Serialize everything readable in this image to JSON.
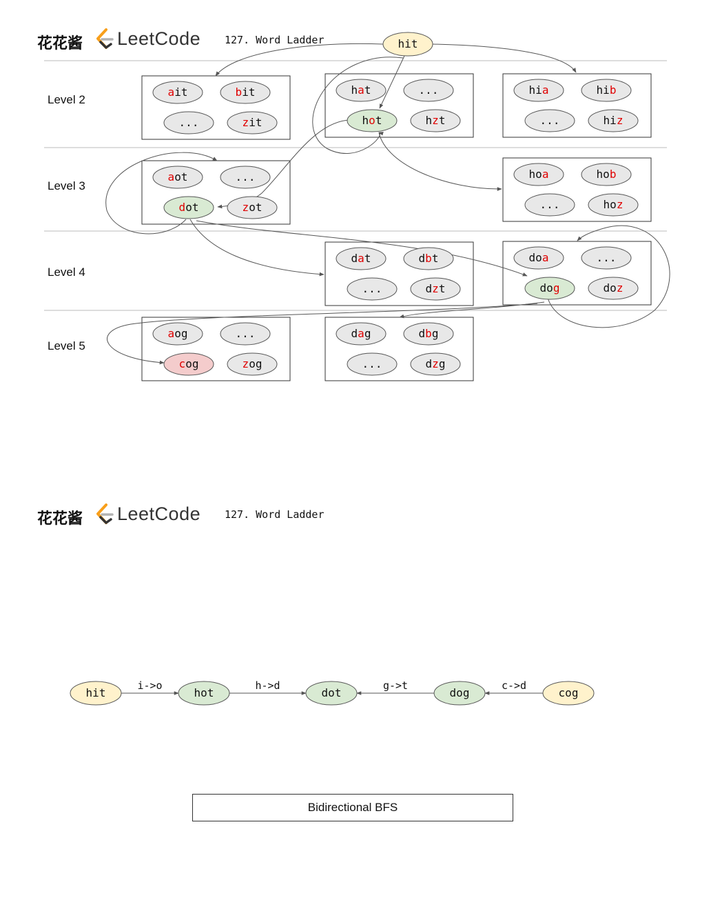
{
  "branding": {
    "chinese_name": "花花酱",
    "logo_text": "LeetCode",
    "problem_title": "127. Word Ladder",
    "logo_colors": {
      "dark": "#333333",
      "accent": "#f89f1b",
      "gray": "#b3b3b3"
    }
  },
  "colors": {
    "start_fill": "#fff2cc",
    "path_fill": "#d9ead3",
    "end_fill": "#f4cccc",
    "neutral_fill": "#e8e8e8",
    "changed_letter": "#e00000",
    "stroke": "#555555",
    "level_line": "#bbbbbb"
  },
  "bfs_diagram": {
    "root": {
      "word": "hit"
    },
    "levels": [
      {
        "label": "Level 2",
        "groups": [
          {
            "nodes": [
              {
                "parts": [
                  [
                    "a",
                    true
                  ],
                  [
                    "it",
                    false
                  ]
                ],
                "style": "neutral"
              },
              {
                "parts": [
                  [
                    "b",
                    true
                  ],
                  [
                    "it",
                    false
                  ]
                ],
                "style": "neutral"
              },
              {
                "parts": [
                  [
                    "...",
                    false
                  ]
                ],
                "style": "neutral"
              },
              {
                "parts": [
                  [
                    "z",
                    true
                  ],
                  [
                    "it",
                    false
                  ]
                ],
                "style": "neutral"
              }
            ]
          },
          {
            "nodes": [
              {
                "parts": [
                  [
                    "h",
                    false
                  ],
                  [
                    "a",
                    true
                  ],
                  [
                    "t",
                    false
                  ]
                ],
                "style": "neutral"
              },
              {
                "parts": [
                  [
                    "...",
                    false
                  ]
                ],
                "style": "neutral"
              },
              {
                "parts": [
                  [
                    "h",
                    false
                  ],
                  [
                    "o",
                    true
                  ],
                  [
                    "t",
                    false
                  ]
                ],
                "style": "path"
              },
              {
                "parts": [
                  [
                    "h",
                    false
                  ],
                  [
                    "z",
                    true
                  ],
                  [
                    "t",
                    false
                  ]
                ],
                "style": "neutral"
              }
            ]
          },
          {
            "nodes": [
              {
                "parts": [
                  [
                    "hi",
                    false
                  ],
                  [
                    "a",
                    true
                  ]
                ],
                "style": "neutral"
              },
              {
                "parts": [
                  [
                    "hi",
                    false
                  ],
                  [
                    "b",
                    true
                  ]
                ],
                "style": "neutral"
              },
              {
                "parts": [
                  [
                    "...",
                    false
                  ]
                ],
                "style": "neutral"
              },
              {
                "parts": [
                  [
                    "hi",
                    false
                  ],
                  [
                    "z",
                    true
                  ]
                ],
                "style": "neutral"
              }
            ]
          }
        ]
      },
      {
        "label": "Level 3",
        "groups": [
          {
            "nodes": [
              {
                "parts": [
                  [
                    "a",
                    true
                  ],
                  [
                    "ot",
                    false
                  ]
                ],
                "style": "neutral"
              },
              {
                "parts": [
                  [
                    "...",
                    false
                  ]
                ],
                "style": "neutral"
              },
              {
                "parts": [
                  [
                    "d",
                    true
                  ],
                  [
                    "ot",
                    false
                  ]
                ],
                "style": "path"
              },
              {
                "parts": [
                  [
                    "z",
                    true
                  ],
                  [
                    "ot",
                    false
                  ]
                ],
                "style": "neutral"
              }
            ]
          },
          {
            "nodes": [
              {
                "parts": [
                  [
                    "ho",
                    false
                  ],
                  [
                    "a",
                    true
                  ]
                ],
                "style": "neutral"
              },
              {
                "parts": [
                  [
                    "ho",
                    false
                  ],
                  [
                    "b",
                    true
                  ]
                ],
                "style": "neutral"
              },
              {
                "parts": [
                  [
                    "...",
                    false
                  ]
                ],
                "style": "neutral"
              },
              {
                "parts": [
                  [
                    "ho",
                    false
                  ],
                  [
                    "z",
                    true
                  ]
                ],
                "style": "neutral"
              }
            ]
          }
        ]
      },
      {
        "label": "Level 4",
        "groups": [
          {
            "nodes": [
              {
                "parts": [
                  [
                    "d",
                    false
                  ],
                  [
                    "a",
                    true
                  ],
                  [
                    "t",
                    false
                  ]
                ],
                "style": "neutral"
              },
              {
                "parts": [
                  [
                    "d",
                    false
                  ],
                  [
                    "b",
                    true
                  ],
                  [
                    "t",
                    false
                  ]
                ],
                "style": "neutral"
              },
              {
                "parts": [
                  [
                    "...",
                    false
                  ]
                ],
                "style": "neutral"
              },
              {
                "parts": [
                  [
                    "d",
                    false
                  ],
                  [
                    "z",
                    true
                  ],
                  [
                    "t",
                    false
                  ]
                ],
                "style": "neutral"
              }
            ]
          },
          {
            "nodes": [
              {
                "parts": [
                  [
                    "do",
                    false
                  ],
                  [
                    "a",
                    true
                  ]
                ],
                "style": "neutral"
              },
              {
                "parts": [
                  [
                    "...",
                    false
                  ]
                ],
                "style": "neutral"
              },
              {
                "parts": [
                  [
                    "do",
                    false
                  ],
                  [
                    "g",
                    true
                  ]
                ],
                "style": "path"
              },
              {
                "parts": [
                  [
                    "do",
                    false
                  ],
                  [
                    "z",
                    true
                  ]
                ],
                "style": "neutral"
              }
            ]
          }
        ]
      },
      {
        "label": "Level 5",
        "groups": [
          {
            "nodes": [
              {
                "parts": [
                  [
                    "a",
                    true
                  ],
                  [
                    "og",
                    false
                  ]
                ],
                "style": "neutral"
              },
              {
                "parts": [
                  [
                    "...",
                    false
                  ]
                ],
                "style": "neutral"
              },
              {
                "parts": [
                  [
                    "c",
                    true
                  ],
                  [
                    "og",
                    false
                  ]
                ],
                "style": "end"
              },
              {
                "parts": [
                  [
                    "z",
                    true
                  ],
                  [
                    "og",
                    false
                  ]
                ],
                "style": "neutral"
              }
            ]
          },
          {
            "nodes": [
              {
                "parts": [
                  [
                    "d",
                    false
                  ],
                  [
                    "a",
                    true
                  ],
                  [
                    "g",
                    false
                  ]
                ],
                "style": "neutral"
              },
              {
                "parts": [
                  [
                    "d",
                    false
                  ],
                  [
                    "b",
                    true
                  ],
                  [
                    "g",
                    false
                  ]
                ],
                "style": "neutral"
              },
              {
                "parts": [
                  [
                    "...",
                    false
                  ]
                ],
                "style": "neutral"
              },
              {
                "parts": [
                  [
                    "d",
                    false
                  ],
                  [
                    "z",
                    true
                  ],
                  [
                    "g",
                    false
                  ]
                ],
                "style": "neutral"
              }
            ]
          }
        ]
      }
    ]
  },
  "bidirectional": {
    "nodes": [
      {
        "word": "hit",
        "style": "start"
      },
      {
        "word": "hot",
        "style": "path"
      },
      {
        "word": "dot",
        "style": "path"
      },
      {
        "word": "dog",
        "style": "path"
      },
      {
        "word": "cog",
        "style": "start"
      }
    ],
    "edges": [
      {
        "label": "i->o",
        "direction": "forward"
      },
      {
        "label": "h->d",
        "direction": "forward"
      },
      {
        "label": "g->t",
        "direction": "backward"
      },
      {
        "label": "c->d",
        "direction": "backward"
      }
    ],
    "caption": "Bidirectional BFS"
  }
}
